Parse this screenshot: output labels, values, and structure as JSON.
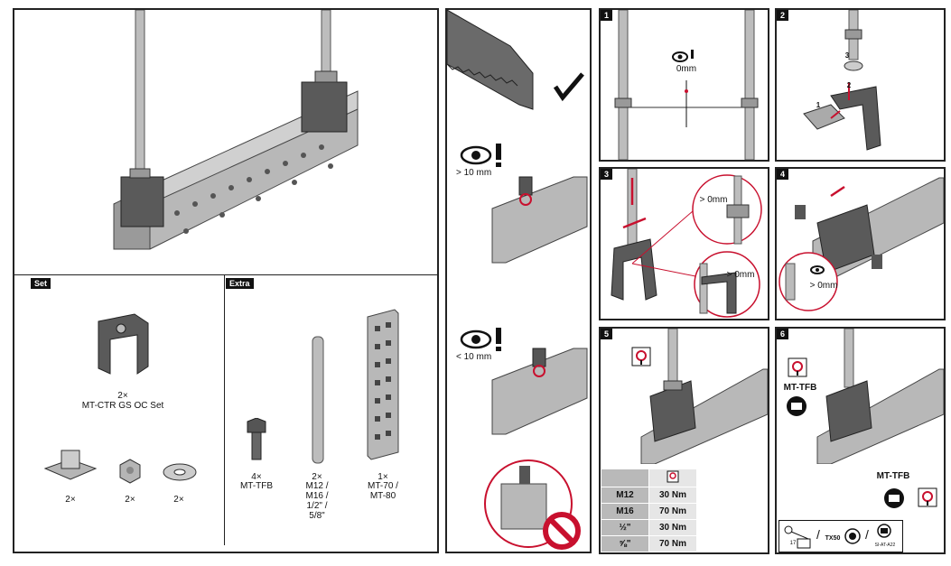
{
  "sections": {
    "set": "Set",
    "extra": "Extra"
  },
  "set_items": [
    {
      "qty": "2×",
      "name": "MT-CTR GS OC Set"
    },
    {
      "qty": "2×"
    },
    {
      "qty": "2×"
    },
    {
      "qty": "2×"
    }
  ],
  "extra_items": [
    {
      "qty": "4×",
      "name": "MT-TFB"
    },
    {
      "qty": "2×",
      "name_lines": [
        "M12 /",
        "M16 /",
        "1/2\" /",
        "5/8\""
      ]
    },
    {
      "qty": "1×",
      "name_lines": [
        "MT-70 /",
        "MT-80"
      ]
    }
  ],
  "cut_panel": {
    "gt": "> 10 mm",
    "lt": "< 10 mm"
  },
  "steps": [
    {
      "num": "1",
      "label": "0mm"
    },
    {
      "num": "2",
      "labels": [
        "3",
        "2",
        "1"
      ]
    },
    {
      "num": "3",
      "labels": [
        "> 0mm",
        "> 0mm"
      ]
    },
    {
      "num": "4",
      "label": "> 0mm"
    },
    {
      "num": "5"
    },
    {
      "num": "6",
      "labels": [
        "MT-TFB",
        "MT-TFB"
      ]
    }
  ],
  "torque_table": {
    "rows": [
      {
        "size": "M12",
        "torque": "30 Nm"
      },
      {
        "size": "M16",
        "torque": "70 Nm"
      },
      {
        "size": "½\"",
        "torque": "30 Nm"
      },
      {
        "size": "⅝\"",
        "torque": "70 Nm"
      }
    ]
  },
  "tools": {
    "wrench": "17",
    "torx": "TX50",
    "ref": "SI-AT-A22"
  },
  "colors": {
    "accent": "#c8102e",
    "steel": "#9a9a9a",
    "dark": "#555555"
  }
}
